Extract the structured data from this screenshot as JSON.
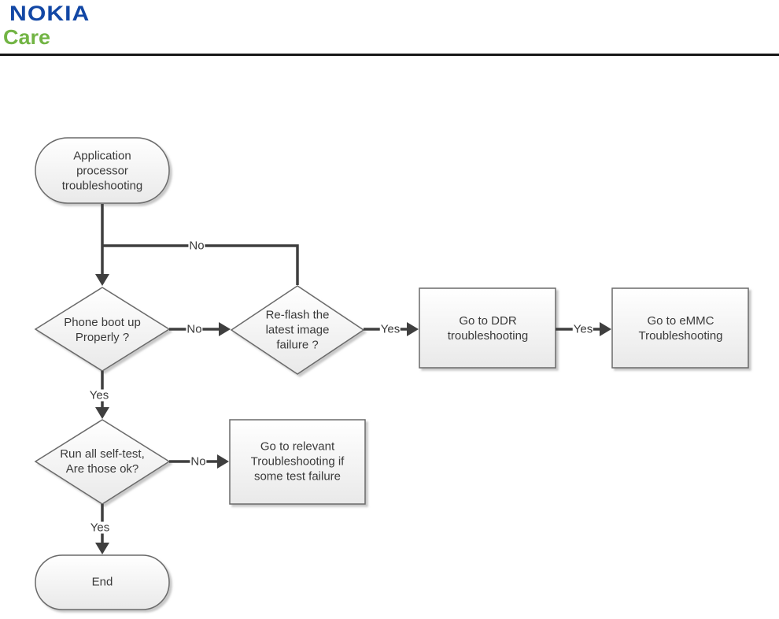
{
  "header": {
    "logo": {
      "line1": "NOKIA",
      "line2": "Care"
    },
    "colors": {
      "nokia_blue": "#1247a5",
      "care_green": "#72b444",
      "divider": "#161616"
    }
  },
  "flowchart": {
    "colors": {
      "connector": "#3f3f3f",
      "shape_border": "#6a6a6a",
      "shape_fill_top": "#ffffff",
      "shape_fill_bottom": "#e9e9e9",
      "text": "#3a3a3a"
    },
    "nodes": [
      {
        "id": "start",
        "type": "terminator",
        "label": "Application\nprocessor\ntroubleshooting"
      },
      {
        "id": "boot-decision",
        "type": "decision",
        "label": "Phone boot up\nProperly ?"
      },
      {
        "id": "reflash-decision",
        "type": "decision",
        "label": "Re-flash the\nlatest image\nfailure ?"
      },
      {
        "id": "ddr-process",
        "type": "process",
        "label": "Go to DDR\ntroubleshooting"
      },
      {
        "id": "emmc-process",
        "type": "process",
        "label": "Go to eMMC\nTroubleshooting"
      },
      {
        "id": "selftest-decision",
        "type": "decision",
        "label": "Run all self-test,\nAre those ok?"
      },
      {
        "id": "relevant-process",
        "type": "process",
        "label": "Go to relevant\nTroubleshooting if\nsome test failure"
      },
      {
        "id": "end",
        "type": "terminator",
        "label": "End"
      }
    ],
    "edge_labels": {
      "reflash_return_no": "No",
      "boot_to_reflash_no": "No",
      "reflash_to_ddr_yes": "Yes",
      "ddr_to_emmc_yes": "Yes",
      "boot_to_selftest_yes": "Yes",
      "selftest_to_relevant_no": "No",
      "selftest_to_end_yes": "Yes"
    }
  }
}
